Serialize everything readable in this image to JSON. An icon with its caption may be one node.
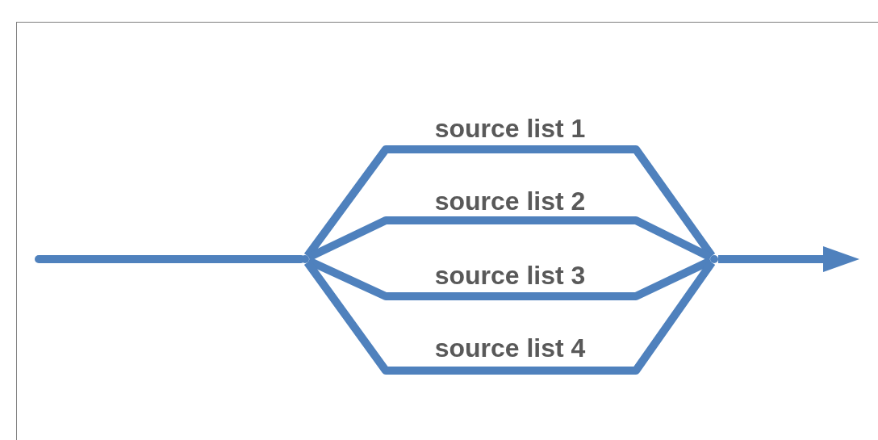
{
  "diagram": {
    "nodes": [
      {
        "text": [],
        "shape": "dot"
      },
      {
        "text": [],
        "shape": "dot"
      }
    ],
    "edges": [
      {
        "from": null,
        "to": 0,
        "arrow": "none"
      },
      {
        "from": 0,
        "to": 1,
        "arrow": "none",
        "label": "source list 1"
      },
      {
        "from": 0,
        "to": 1,
        "arrow": "none",
        "label": "source list 2"
      },
      {
        "from": 0,
        "to": 1,
        "arrow": "none",
        "label": "source list 3"
      },
      {
        "from": 0,
        "to": 1,
        "arrow": "none",
        "label": "source list 4"
      },
      {
        "from": 1,
        "to": null,
        "arrow": "to"
      }
    ]
  }
}
